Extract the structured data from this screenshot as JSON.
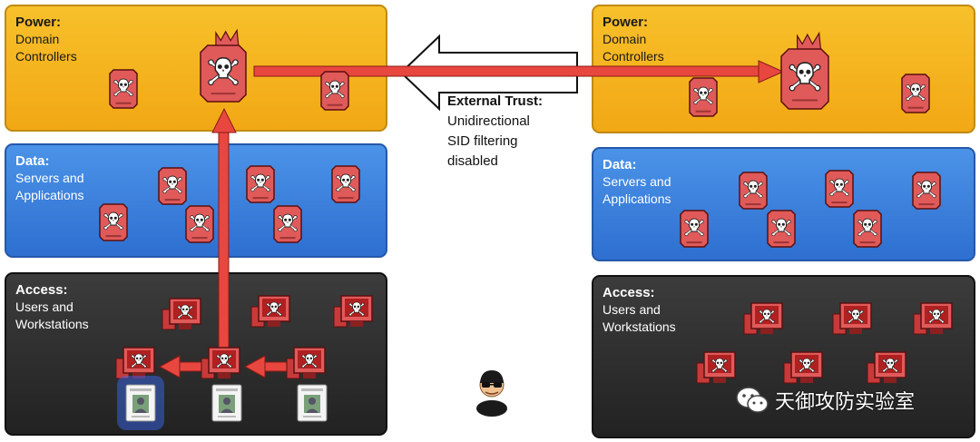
{
  "left": {
    "power": {
      "title": "Power:",
      "subtitle": "Domain\nControllers"
    },
    "data": {
      "title": "Data:",
      "subtitle": "Servers and\nApplications"
    },
    "access": {
      "title": "Access:",
      "subtitle": "Users and\nWorkstations"
    }
  },
  "right": {
    "power": {
      "title": "Power:",
      "subtitle": "Domain\nControllers"
    },
    "data": {
      "title": "Data:",
      "subtitle": "Servers and\nApplications"
    },
    "access": {
      "title": "Access:",
      "subtitle": "Users and\nWorkstations"
    }
  },
  "trust_label": {
    "title": "External Trust:",
    "line1": "Unidirectional",
    "line2": "SID filtering",
    "line3": "disabled"
  },
  "watermark": {
    "text": "天御攻防实验室",
    "icon": "wechat-icon"
  },
  "colors": {
    "power": "#f2b01e",
    "data": "#3a80dc",
    "access": "#2e2e2e",
    "compromised": "#e05a5a",
    "attack_arrow": "#e8473f"
  }
}
